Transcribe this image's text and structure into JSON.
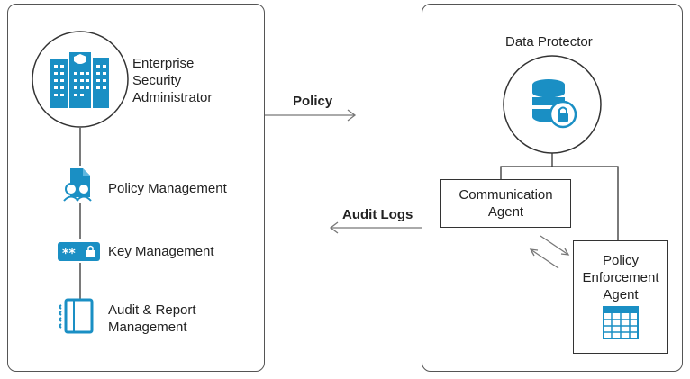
{
  "left_panel": {
    "admin_label": "Enterprise\nSecurity\nAdministrator",
    "items": [
      {
        "label": "Policy Management",
        "icon": "policy-document-icon"
      },
      {
        "label": "Key Management",
        "icon": "key-password-icon"
      },
      {
        "label": "Audit & Report\nManagement",
        "icon": "notebook-icon"
      }
    ]
  },
  "arrows": {
    "policy_label": "Policy",
    "audit_label": "Audit Logs"
  },
  "right_panel": {
    "title": "Data Protector",
    "communication_agent": "Communication\nAgent",
    "policy_enforcement_agent": "Policy\nEnforcement\nAgent"
  },
  "colors": {
    "accent": "#1a8fc4",
    "border": "#555555",
    "text": "#222222"
  }
}
